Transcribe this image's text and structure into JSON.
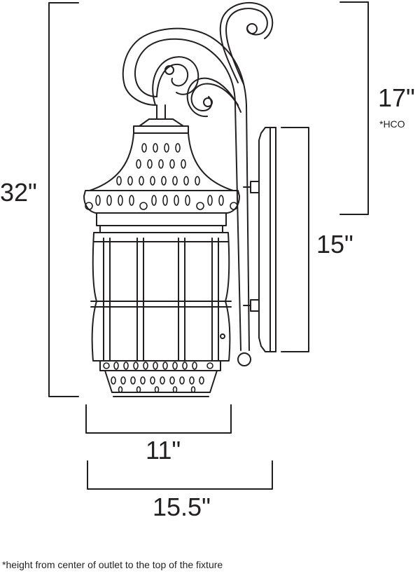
{
  "dimensions": {
    "overall_height": "32\"",
    "hco_height": "17\"",
    "hco_marker": "*HCO",
    "backplate_height": "15\"",
    "width": "11\"",
    "extension": "15.5\""
  },
  "footnote": "*height from center of outlet to the top of the fixture",
  "colors": {
    "line": "#231f20",
    "background": "#ffffff"
  }
}
